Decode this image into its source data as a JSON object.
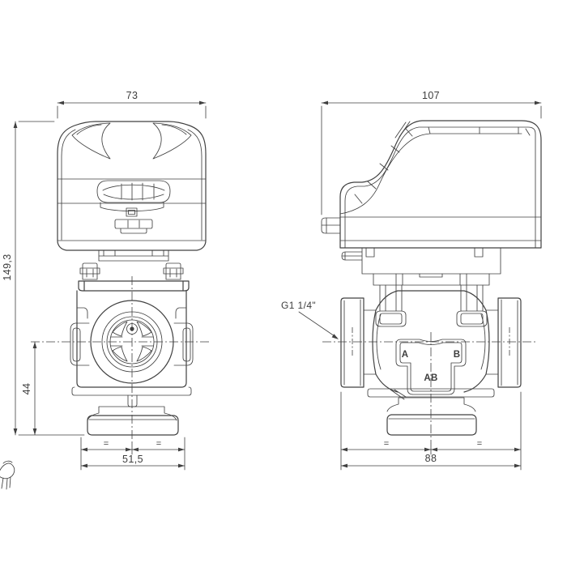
{
  "colors": {
    "background": "#ffffff",
    "line": "#404040",
    "text": "#3d3d3d"
  },
  "front_view": {
    "width_dim": "73",
    "height_dim": "149,3",
    "port_axis_height_dim": "44",
    "bottom_width_dim": "51,5",
    "equal_left": "=",
    "equal_right": "="
  },
  "side_view": {
    "width_dim": "107",
    "bottom_width_dim": "88",
    "equal_left": "=",
    "equal_right": "=",
    "thread_label": "G1 1/4\"",
    "port_a_label": "A",
    "port_b_label": "B",
    "port_ab_label": "AB"
  }
}
